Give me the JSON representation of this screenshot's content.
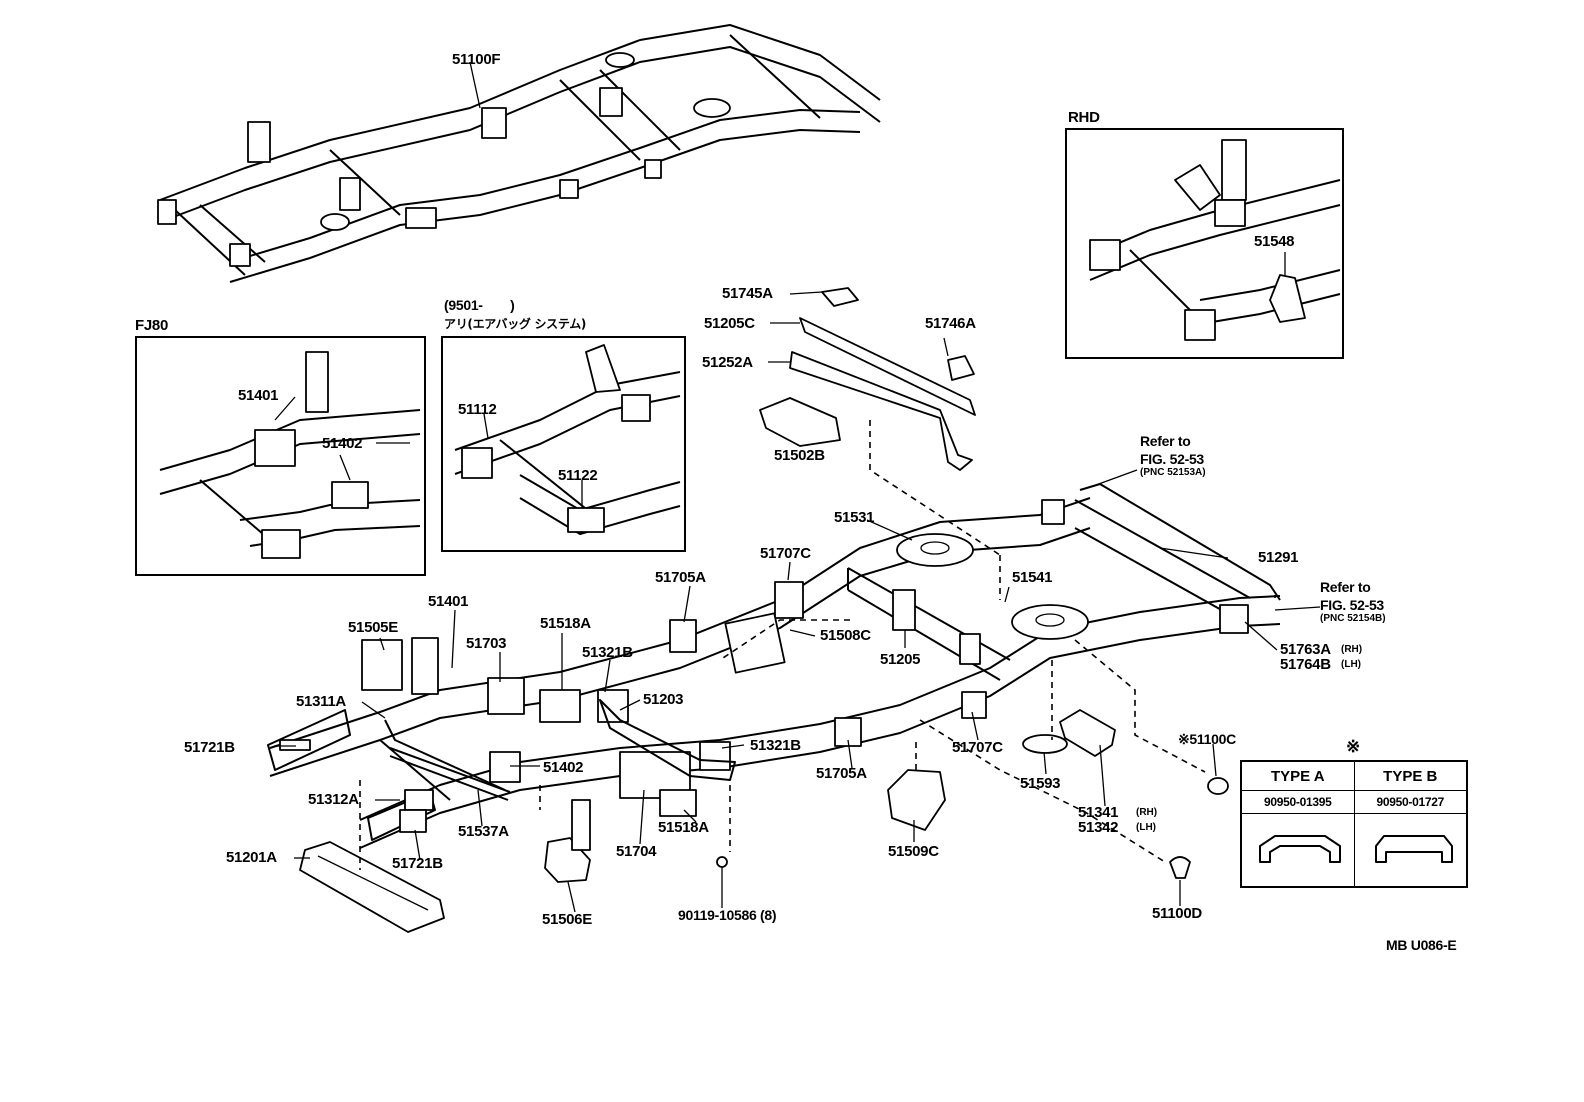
{
  "insets": {
    "fj80": {
      "title": "FJ80"
    },
    "airbag": {
      "title_line1": "(9501-　　)",
      "title_line2": "アリ(エアバッグ システム)"
    },
    "rhd": {
      "title": "RHD"
    }
  },
  "labels": {
    "p51100F": "51100F",
    "p51401_fj": "51401",
    "p51402_fj": "51402",
    "p51112": "51112",
    "p51122": "51122",
    "p51745A": "51745A",
    "p51205C": "51205C",
    "p51746A": "51746A",
    "p51252A": "51252A",
    "p51502B": "51502B",
    "p51548": "51548",
    "refer1_a": "Refer to",
    "refer1_b": "FIG. 52-53",
    "refer1_c": "(PNC 52153A)",
    "refer2_a": "Refer  to",
    "refer2_b": "FIG. 52-53",
    "refer2_c": "(PNC 52154B)",
    "p51531": "51531",
    "p51291": "51291",
    "p51707C_top": "51707C",
    "p51541": "51541",
    "p51705A_top": "51705A",
    "p51401": "51401",
    "p51505E": "51505E",
    "p51518A_top": "51518A",
    "p51703": "51703",
    "p51321B_top": "51321B",
    "p51508C": "51508C",
    "p51205": "51205",
    "p51763A": "51763A",
    "p51763A_side": "(RH)",
    "p51764B": "51764B",
    "p51764B_side": "(LH)",
    "p51311A": "51311A",
    "p51203": "51203",
    "p51721B_left": "51721B",
    "p51321B_mid": "51321B",
    "p51707C_bot": "51707C",
    "p51100C": "※51100C",
    "p51402": "51402",
    "p51705A_bot": "51705A",
    "p51593": "51593",
    "p51312A": "51312A",
    "p51537A": "51537A",
    "p51341": "51341",
    "p51341_side": "(RH)",
    "p51342": "51342",
    "p51342_side": "(LH)",
    "p51201A": "51201A",
    "p51721B_bot": "51721B",
    "p51704": "51704",
    "p51518A_bot": "51518A",
    "p51509C": "51509C",
    "p90119": "90119-10586 (8)",
    "p51506E": "51506E",
    "p51100D": "51100D",
    "code": "MB U086-E"
  },
  "type_table": {
    "note_mark": "※",
    "headers": [
      "TYPE A",
      "TYPE B"
    ],
    "codes": [
      "90950-01395",
      "90950-01727"
    ],
    "shape_icons": [
      "clip-type-a-icon",
      "clip-type-b-icon"
    ]
  }
}
